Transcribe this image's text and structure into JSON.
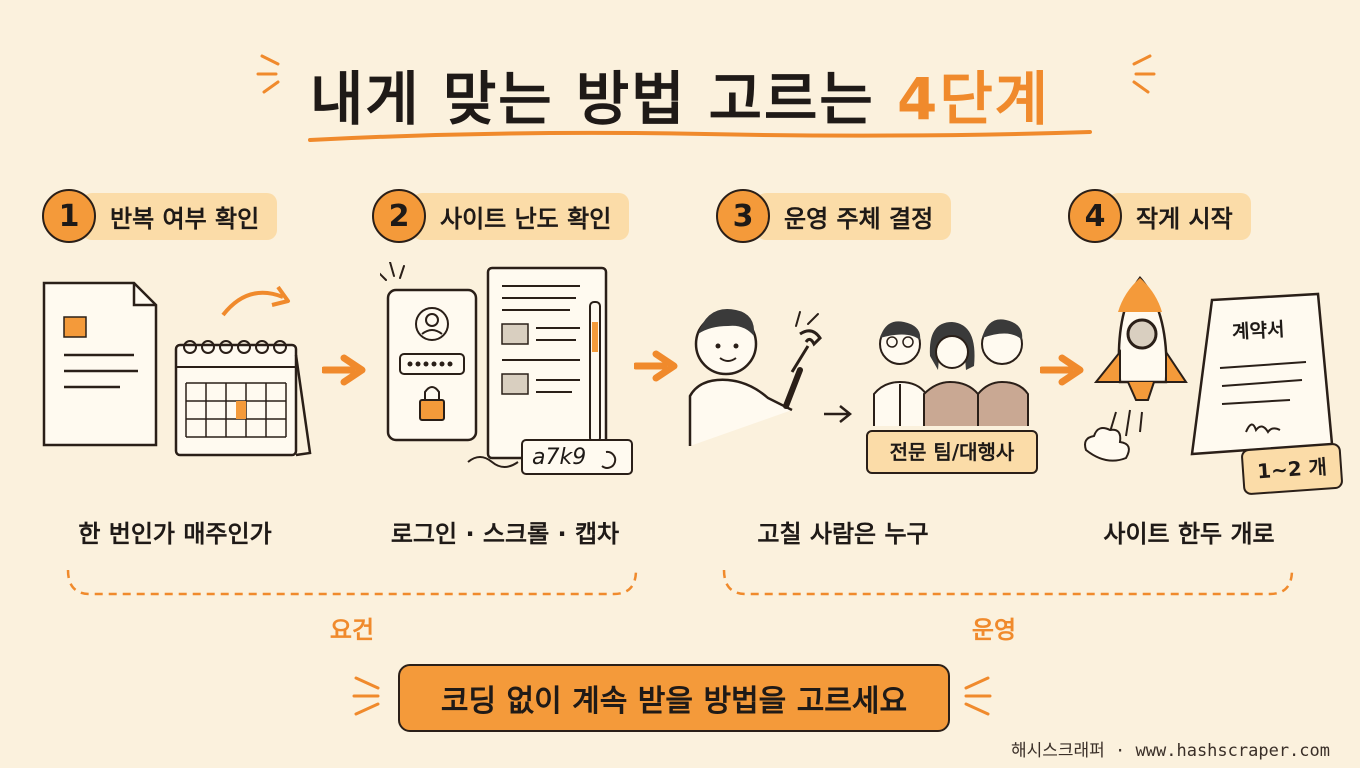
{
  "title": {
    "main": "내게 맞는 방법 고르는",
    "highlight": "4단계"
  },
  "steps": [
    {
      "number": "1",
      "label": "반복 여부 확인",
      "caption": "한 번인가 매주인가"
    },
    {
      "number": "2",
      "label": "사이트 난도 확인",
      "caption": "로그인 · 스크롤 · 캡차"
    },
    {
      "number": "3",
      "label": "운영 주체 결정",
      "caption": "고칠 사람은 누구"
    },
    {
      "number": "4",
      "label": "작게 시작",
      "caption": "사이트 한두 개로"
    }
  ],
  "illustrations": {
    "captcha_text": "a7k9",
    "team_tag": "전문 팀/대행사",
    "contract_title": "계약서",
    "sites_tag": "1~2 개"
  },
  "groups": [
    {
      "label": "요건"
    },
    {
      "label": "운영"
    }
  ],
  "cta": "코딩 없이 계속 받을 방법을 고르세요",
  "footer": "해시스크래퍼 · www.hashscraper.com",
  "colors": {
    "accent": "#f49a3a",
    "accent_text": "#f08a2c",
    "background": "#fbf1dd",
    "label_bg": "#fbdca8"
  }
}
